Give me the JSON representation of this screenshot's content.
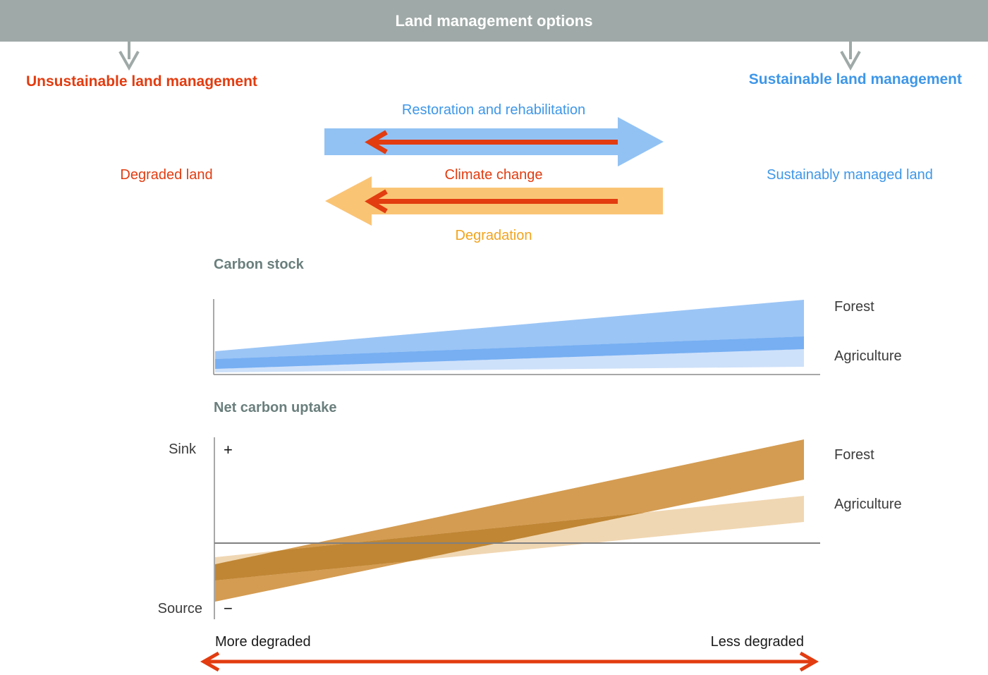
{
  "header": {
    "title": "Land management options",
    "bg": "#9fa9a7",
    "text_color": "#ffffff"
  },
  "pathways": {
    "unsustainable_label": "Unsustainable land management",
    "sustainable_label": "Sustainable land management",
    "restoration_label": "Restoration and rehabilitation",
    "climate_change_label": "Climate change",
    "degradation_label": "Degradation",
    "degraded_state_label": "Degraded land",
    "managed_state_label": "Sustainably managed land",
    "colors": {
      "red": "#e23c10",
      "blue_text": "#3e97e8",
      "orange_text": "#f2a41e",
      "blue_arrow": "#92c2f4",
      "orange_arrow": "#fac475",
      "gray_arrow": "#9fa9a7",
      "dark_label": "#3b3b3b",
      "chart_title": "#6a7f7c"
    }
  },
  "chart_data": [
    {
      "type": "area",
      "title": "Carbon stock",
      "x_domain": [
        "More degraded",
        "Less degraded"
      ],
      "units": "qualitative (no numeric scale shown)",
      "grid": false,
      "ylim": [
        0,
        1.1
      ],
      "series": [
        {
          "name": "Forest",
          "color": "#9bc5f5",
          "left": {
            "top": 0.33,
            "bottom": 0.08
          },
          "right": {
            "top": 1.06,
            "bottom": 0.36
          }
        },
        {
          "name": "Agriculture",
          "color": "#cee1fa",
          "left": {
            "top": 0.22,
            "bottom": 0.03
          },
          "right": {
            "top": 0.54,
            "bottom": 0.11
          }
        }
      ],
      "overlap_color": "#77aff2"
    },
    {
      "type": "area",
      "title": "Net carbon uptake",
      "x_domain": [
        "More degraded",
        "Less degraded"
      ],
      "units": "qualitative (no numeric scale shown)",
      "grid": false,
      "ylim": [
        -1.1,
        1.6
      ],
      "y_axis": {
        "positive_label": "Sink",
        "positive_sign": "+",
        "negative_label": "Source",
        "negative_sign": "−",
        "zero_line": true
      },
      "series": [
        {
          "name": "Forest",
          "color": "#d49c52",
          "left": {
            "top": -0.3,
            "bottom": -0.83
          },
          "right": {
            "top": 1.47,
            "bottom": 0.9
          }
        },
        {
          "name": "Agriculture",
          "color": "#f0d7b3",
          "left": {
            "top": -0.2,
            "bottom": -0.53
          },
          "right": {
            "top": 0.67,
            "bottom": 0.3
          }
        }
      ],
      "overlap_color": "#c08634"
    }
  ],
  "bottom_axis": {
    "left_label": "More degraded",
    "right_label": "Less degraded",
    "arrow_color": "#e23c10"
  }
}
